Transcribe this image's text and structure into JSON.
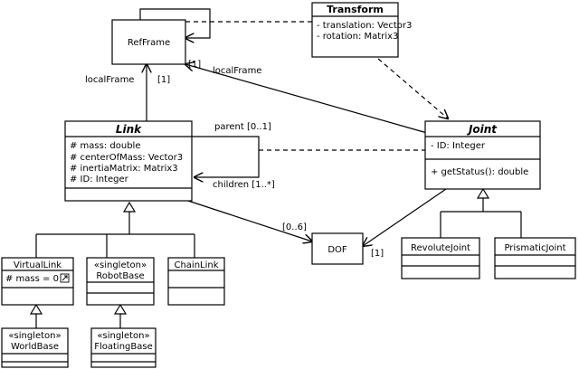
{
  "classes": {
    "refframe": {
      "name": "RefFrame"
    },
    "transform": {
      "name": "Transform",
      "attributes": [
        "- translation: Vector3",
        "- rotation: Matrix3"
      ]
    },
    "link": {
      "name": "Link",
      "attributes": [
        "# mass: double",
        "# centerOfMass: Vector3",
        "# inertiaMatrix: Matrix3",
        "# ID: Integer"
      ]
    },
    "joint": {
      "name": "Joint",
      "attributes": [
        "- ID: Integer"
      ],
      "operations": [
        "+ getStatus(): double"
      ]
    },
    "dof": {
      "name": "DOF"
    },
    "virtuallink": {
      "name": "VirtualLink",
      "attributes": [
        "# mass = 0"
      ]
    },
    "robotbase": {
      "stereotype": "«singleton»",
      "name": "RobotBase"
    },
    "chainlink": {
      "name": "ChainLink"
    },
    "worldbase": {
      "stereotype": "«singleton»",
      "name": "WorldBase"
    },
    "floatingbase": {
      "stereotype": "«singleton»",
      "name": "FloatingBase"
    },
    "revolutejoint": {
      "name": "RevoluteJoint"
    },
    "prismaticjoint": {
      "name": "PrismaticJoint"
    }
  },
  "labels": {
    "localframe_link": "localFrame",
    "mult_link_ref": "[1]",
    "mult_joint_ref": "[1]",
    "localframe_joint": "localFrame",
    "parent": "parent [0..1]",
    "children": "children [1..*]",
    "mult_dof_link": "[0..6]",
    "mult_dof_joint": "[1]"
  }
}
